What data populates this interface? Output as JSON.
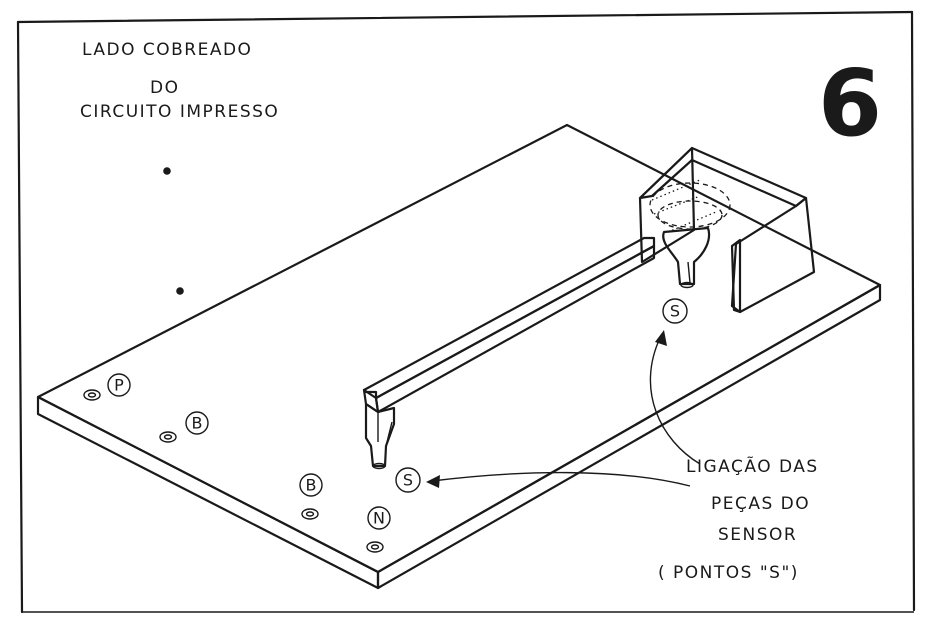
{
  "title_lines": [
    "LADO  COBREADO",
    "DO",
    "CIRCUITO  IMPRESSO"
  ],
  "figure_number": "6",
  "pads": [
    {
      "id": "pad-p",
      "label": "P"
    },
    {
      "id": "pad-b1",
      "label": "B"
    },
    {
      "id": "pad-b2",
      "label": "B"
    },
    {
      "id": "pad-n",
      "label": "N"
    },
    {
      "id": "pad-s1",
      "label": "S"
    },
    {
      "id": "pad-s2",
      "label": "S"
    }
  ],
  "callout_lines": [
    "LIGAÇÃO  DAS",
    "PEÇAS  DO",
    "SENSOR",
    "( PONTOS  \"S\")"
  ]
}
